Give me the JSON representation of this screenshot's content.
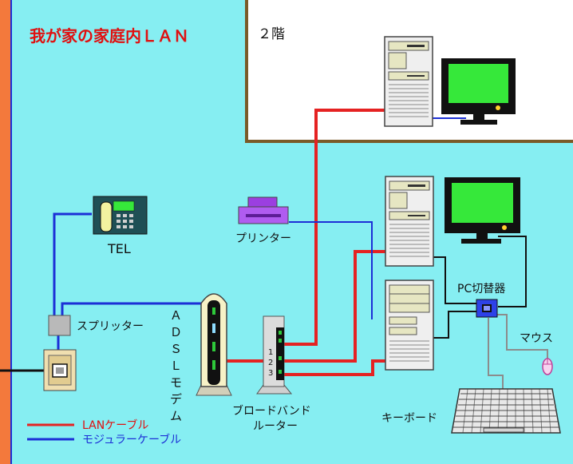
{
  "title": "我が家の家庭内ＬＡＮ",
  "floor2_label": "２階",
  "labels": {
    "tel": "TEL",
    "splitter": "スプリッター",
    "adsl_modem": [
      "Ａ",
      "Ｄ",
      "Ｓ",
      "Ｌ",
      "モ",
      "デ",
      "ム"
    ],
    "router_line1": "ブロードバンド",
    "router_line2": "ルーター",
    "router_ports": [
      "1",
      "2",
      "3"
    ],
    "printer": "プリンター",
    "kvm_switch": "PC切替器",
    "mouse": "マウス",
    "keyboard": "キーボード"
  },
  "legend": [
    {
      "label": "LANケーブル",
      "color": "#e52222"
    },
    {
      "label": "モジュラーケーブル",
      "color": "#1c2fd6"
    }
  ],
  "colors": {
    "background": "#86eef2",
    "floor2_background": "#ffffff",
    "floor2_border": "#7a5a28",
    "wall_left": "#f3793c",
    "title": "#e01010",
    "lan_cable": "#e52222",
    "modular_cable": "#1c2fd6",
    "monitor_screen": "#36e83a",
    "led": "#2ec93a"
  }
}
